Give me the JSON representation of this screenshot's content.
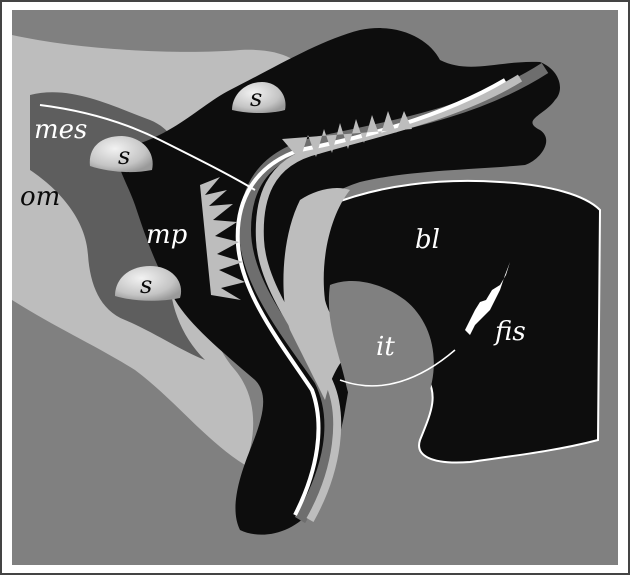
{
  "colors": {
    "background": "#808080",
    "light_tissue": "#bdbdbd",
    "mid_tissue": "#5e5e5e",
    "dark_tissue": "#0d0d0d",
    "highlight": "#ffffff"
  },
  "labels": {
    "mes": "mes",
    "s_top": "s",
    "s_mid": "s",
    "s_low": "s",
    "om": "om",
    "mp": "mp",
    "bl": "bl",
    "it": "it",
    "fis": "fis"
  }
}
